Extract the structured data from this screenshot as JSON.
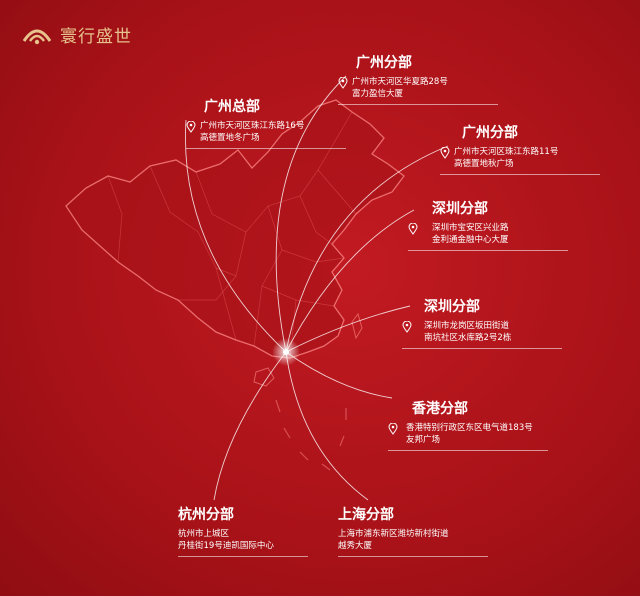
{
  "brand": {
    "name": "寰行盛世",
    "logo_icon": "gold-arch-logo-icon"
  },
  "colors": {
    "background": "#b3141b",
    "accent_gold": "#e7c28c",
    "text": "#ffffff"
  },
  "offices": [
    {
      "title": "广州总部",
      "address": [
        "广州市天河区珠江东路16号",
        "高德置地冬广场"
      ]
    },
    {
      "title": "广州分部",
      "address": [
        "广州市天河区华夏路28号",
        "富力盈信大厦"
      ]
    },
    {
      "title": "广州分部",
      "address": [
        "广州市天河区珠江东路11号",
        "高德置地秋广场"
      ]
    },
    {
      "title": "深圳分部",
      "address": [
        "深圳市宝安区兴业路",
        "金利通金融中心大厦"
      ]
    },
    {
      "title": "深圳分部",
      "address": [
        "深圳市龙岗区坂田街道",
        "南坑社区水库路2号2栋"
      ]
    },
    {
      "title": "香港分部",
      "address": [
        "香港特别行政区东区电气道183号",
        "友邦广场"
      ]
    },
    {
      "title": "杭州分部",
      "address": [
        "杭州市上城区",
        "丹桂街19号迪凯国际中心"
      ]
    },
    {
      "title": "上海分部",
      "address": [
        "上海市浦东新区潍坊新村街道",
        "越秀大厦"
      ]
    }
  ]
}
